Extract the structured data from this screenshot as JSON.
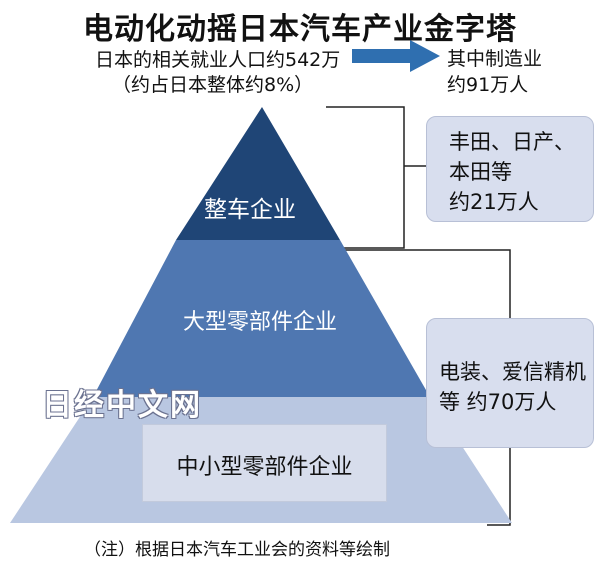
{
  "title": "电动化动摇日本汽车产业金字塔",
  "summary": {
    "employment_line": "日本的相关就业人口约542万",
    "share_line": "（约占日本整体约8%）",
    "arrow_icon": "right-arrow-icon",
    "manufacturing_label": "其中制造业",
    "manufacturing_value": "约91万人"
  },
  "pyramid": {
    "tiers": [
      {
        "label": "整车企业",
        "color": "#1f4576"
      },
      {
        "label": "大型零部件企业",
        "color": "#4f77b1"
      },
      {
        "label": "中小型零部件企业",
        "color": "#b9c7e1"
      }
    ]
  },
  "callouts": [
    {
      "lines": [
        "丰田、日产、",
        "本田等",
        "约21万人"
      ]
    },
    {
      "lines": [
        "电装、爱信精机",
        "等 约70万人"
      ]
    }
  ],
  "watermark": "日经中文网",
  "note": "（注）根据日本汽车工业会的资料等绘制",
  "colors": {
    "accent_arrow": "#2f6fb0",
    "callout_bg": "#d8deee"
  }
}
